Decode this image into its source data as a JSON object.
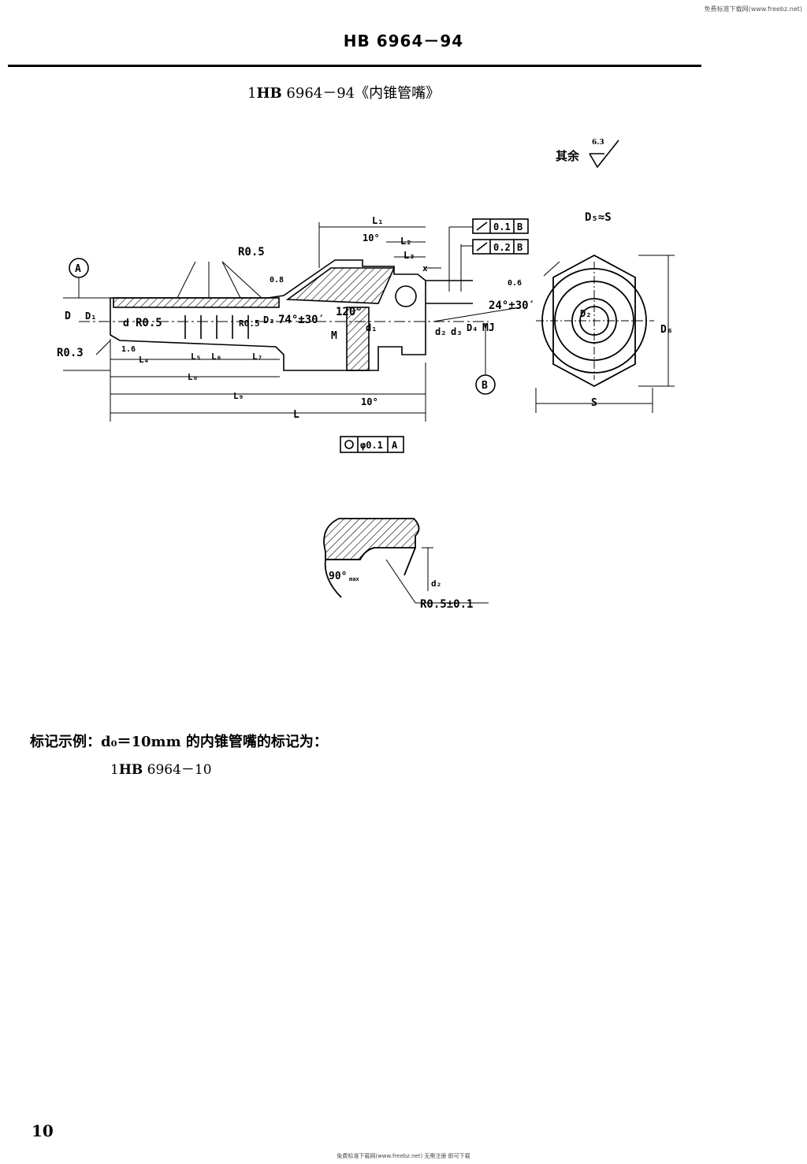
{
  "watermark_top": "免费标准下载网(www.freebz.net)",
  "header": {
    "standard_number": "HB 6964－94"
  },
  "subtitle": {
    "prefix": "1",
    "code": "HB",
    "rest": " 6964－94《内锥管嘴》"
  },
  "surface_finish": {
    "label": "其余",
    "value": "6.3"
  },
  "drawing_labels": {
    "L1": "L₁",
    "L2": "L₂",
    "L3": "L₃",
    "L4": "L₄",
    "L5": "L₅",
    "L6": "L₆",
    "L7": "L₇",
    "L8": "L₈",
    "L9": "L₉",
    "L": "L",
    "D": "D",
    "D1": "D₁",
    "D3": "D₃",
    "D4": "D₄",
    "d": "d",
    "d1": "d₁",
    "d2": "d₂",
    "d3": "d₃",
    "M": "M",
    "MJ": "MJ",
    "x": "x",
    "R05_a": "R0.5",
    "R05_b": "R0.5",
    "R05_c": "R0.5",
    "R03": "R0.3",
    "rough_16": "1.6",
    "rough_08": "0.8",
    "rough_06": "0.6",
    "angle_10a": "10°",
    "angle_10b": "10°",
    "angle_120": "120°",
    "angle_74": "74°±30′",
    "angle_24": "24°±30′",
    "datum_A": "A",
    "datum_B": "B",
    "tol1_value": "0.1",
    "tol1_datum": "B",
    "tol2_value": "0.2",
    "tol2_datum": "B",
    "conc_value": "φ0.1",
    "conc_datum": "A",
    "hex_title": "D₅≈S",
    "hex_S": "S",
    "hex_D6": "D₆",
    "hex_D2": "D₂",
    "detail_angle": "90°",
    "detail_angle_sub": "max",
    "detail_d2": "d₂",
    "detail_radius": "R0.5±0.1"
  },
  "example": {
    "prefix": "标记示例：d₀＝10mm 的内锥管嘴的标记为：",
    "code_prefix": "1",
    "code_bold": "HB",
    "code_rest": " 6964－10"
  },
  "page_number": "10",
  "watermark_bottom": "免费标准下载网(www.freebz.net) 无需注册 即可下载"
}
